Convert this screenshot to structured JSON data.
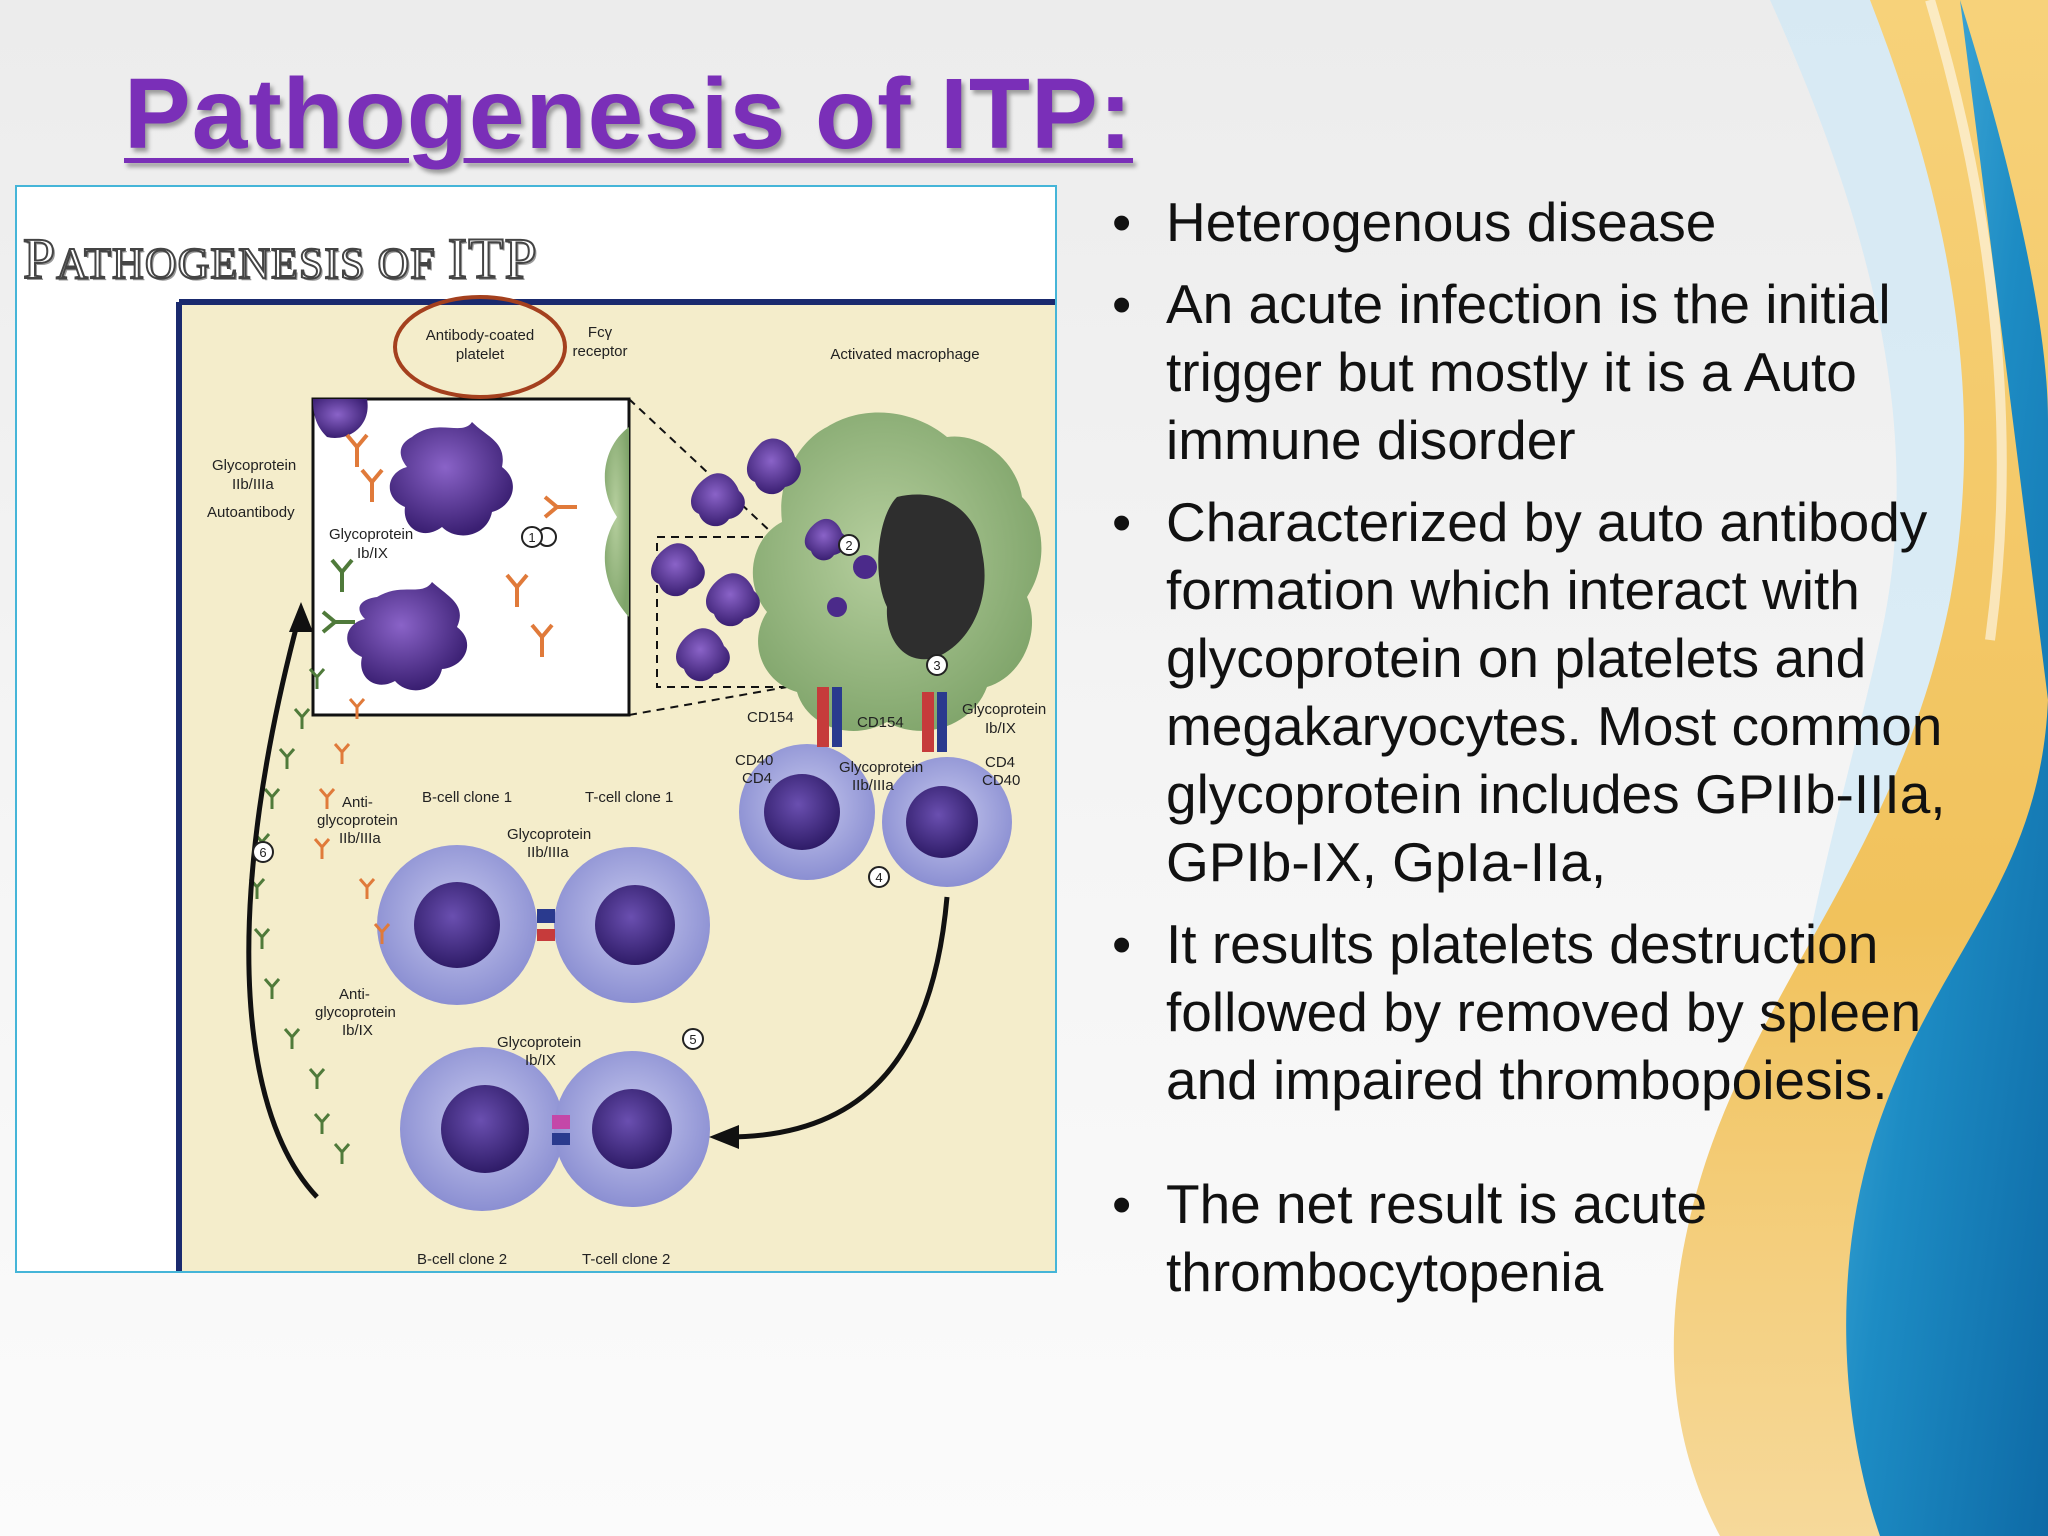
{
  "slide": {
    "title": "Pathogenesis of ITP:",
    "bullets": [
      "Heterogenous disease",
      "An acute infection is the initial trigger but mostly it is a Auto immune disorder",
      "Characterized by auto antibody formation which interact with glycoprotein on platelets and megakaryocytes. Most common glycoprotein includes GPIIb-IIIa, GPIb-IX, GpIa-IIa,",
      "It results platelets destruction followed by removed by spleen and impaired thrombopoiesis.",
      "The net result is acute thrombocytopenia"
    ]
  },
  "figure": {
    "heading_initial_1": "P",
    "heading_rest_1": "ATHOGENESIS OF ",
    "heading_tail": "ITP",
    "labels": {
      "antibody_coated_platelet_1": "Antibody-coated",
      "antibody_coated_platelet_2": "platelet",
      "fc_receptor_1": "Fcγ",
      "fc_receptor_2": "receptor",
      "activated_macrophage": "Activated macrophage",
      "glycoprotein_iib_iiia_1": "Glycoprotein",
      "glycoprotein_iib_iiia_2": "IIb/IIIa",
      "autoantibody": "Autoantibody",
      "glycoprotein_ib_ix_1": "Glycoprotein",
      "glycoprotein_ib_ix_2": "Ib/IX",
      "cd154_left": "CD154",
      "cd154_right": "CD154",
      "glycoprotein_ib_ix_right_1": "Glycoprotein",
      "glycoprotein_ib_ix_right_2": "Ib/IX",
      "cd40_left": "CD40",
      "cd4_left": "CD4",
      "glycoprotein_iib_iiia_mid_1": "Glycoprotein",
      "glycoprotein_iib_iiia_mid_2": "IIb/IIIa",
      "cd4_right": "CD4",
      "cd40_right": "CD40",
      "anti_gp_iib_iiia_1": "Anti-",
      "anti_gp_iib_iiia_2": "glycoprotein",
      "anti_gp_iib_iiia_3": "IIb/IIIa",
      "b_cell_clone_1": "B-cell clone 1",
      "t_cell_clone_1": "T-cell clone 1",
      "glycoprotein_iib_iiia_low_1": "Glycoprotein",
      "glycoprotein_iib_iiia_low_2": "IIb/IIIa",
      "anti_gp_ib_ix_1": "Anti-",
      "anti_gp_ib_ix_2": "glycoprotein",
      "anti_gp_ib_ix_3": "Ib/IX",
      "glycoprotein_ib_ix_low_1": "Glycoprotein",
      "glycoprotein_ib_ix_low_2": "Ib/IX",
      "b_cell_clone_2": "B-cell clone 2",
      "t_cell_clone_2": "T-cell clone 2",
      "step_1": "1",
      "step_2": "2",
      "step_3": "3",
      "step_4": "4",
      "step_5": "5",
      "step_6": "6"
    }
  },
  "colors": {
    "title": "#7a2fb8",
    "figure_border": "#45b5d8",
    "diagram_background": "#f4edcb",
    "platelet": "#4b2a8a",
    "macrophage": "#8fb27a",
    "lymphocyte": "#9a9ad6",
    "wave_blue": "#1f8fc6",
    "wave_yellow": "#f3c866"
  }
}
